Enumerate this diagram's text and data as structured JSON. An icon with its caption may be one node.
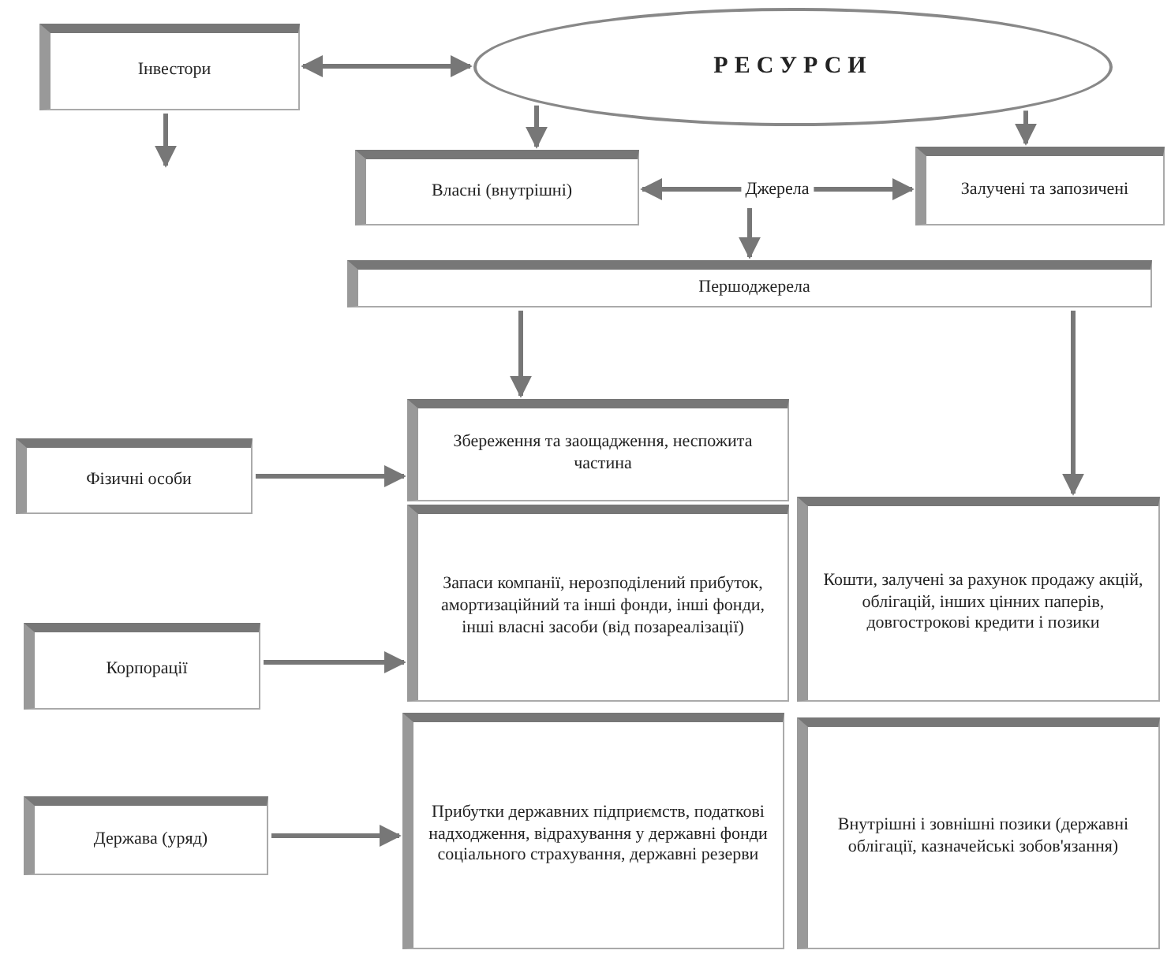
{
  "diagram": {
    "nodes": [
      {
        "text": [
          "Інвестори"
        ]
      },
      {
        "text": [
          "РЕСУРСИ"
        ]
      },
      {
        "text": [
          "Власні (внутрішні)"
        ]
      },
      {
        "text": [
          "Залучені та запозичені"
        ]
      },
      {
        "text": [
          "Першоджерела"
        ]
      },
      {
        "text": [
          "Фізичні особи"
        ]
      },
      {
        "text": [
          "Збереження та заощадження, неспожита частина"
        ]
      },
      {
        "text": [
          "Корпорації"
        ]
      },
      {
        "text": [
          "Запаси компанії, нерозподілений прибуток, амортизаційний та інші фонди, інші фонди, інші власні засоби (від позареалізації)"
        ]
      },
      {
        "text": [
          "Кошти, залучені за рахунок продажу акцій, облігацій, інших цінних паперів, довгострокові кредити і позики"
        ]
      },
      {
        "text": [
          "Держава (уряд)"
        ]
      },
      {
        "text": [
          "Прибутки державних підприємств, податкові надходження, відрахування у державні фонди соціального страхування, державні резерви"
        ]
      },
      {
        "text": [
          "Внутрішні і зовнішні позики (державні облігації, казначейські зобов'язання)"
        ]
      }
    ],
    "edges": [
      {
        "from": 0,
        "to": 1,
        "arrow": "both"
      },
      {
        "from": 0,
        "to": null,
        "arrow": "to"
      },
      {
        "from": 1,
        "to": 2,
        "arrow": "to"
      },
      {
        "from": 1,
        "to": 3,
        "arrow": "to"
      },
      {
        "from": 2,
        "to": 3,
        "arrow": "both",
        "label": "Джерела"
      },
      {
        "from": null,
        "to": 4,
        "arrow": "to"
      },
      {
        "from": 4,
        "to": 6,
        "arrow": "to"
      },
      {
        "from": 4,
        "to": 9,
        "arrow": "to"
      },
      {
        "from": 5,
        "to": 6,
        "arrow": "to"
      },
      {
        "from": 7,
        "to": 8,
        "arrow": "to"
      },
      {
        "from": 10,
        "to": 11,
        "arrow": "to"
      }
    ]
  }
}
